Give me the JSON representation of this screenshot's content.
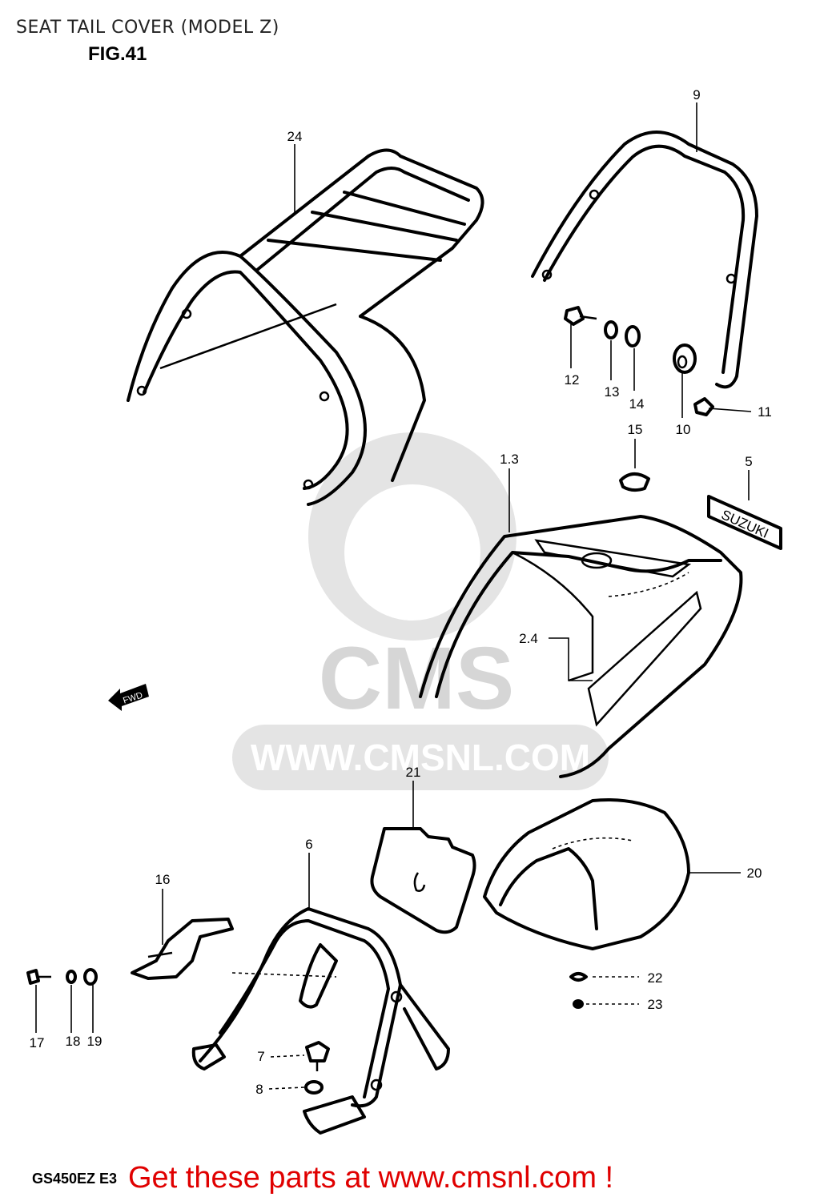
{
  "header": {
    "title": "SEAT TAIL COVER (MODEL Z)",
    "figure": "FIG.41"
  },
  "footer": {
    "model_code": "GS450EZ E3",
    "promo": "Get these parts at www.cmsnl.com !"
  },
  "watermark": {
    "logo_text": "CMS",
    "url_text": "WWW.CMSNL.COM"
  },
  "fwd_arrow": "FWD",
  "emblem_text": "SUZUKI",
  "callouts": [
    {
      "id": "24"
    },
    {
      "id": "9"
    },
    {
      "id": "12"
    },
    {
      "id": "13"
    },
    {
      "id": "14"
    },
    {
      "id": "10"
    },
    {
      "id": "11"
    },
    {
      "id": "15"
    },
    {
      "id": "5"
    },
    {
      "id": "1.3"
    },
    {
      "id": "2.4"
    },
    {
      "id": "21"
    },
    {
      "id": "20"
    },
    {
      "id": "6"
    },
    {
      "id": "16"
    },
    {
      "id": "22"
    },
    {
      "id": "23"
    },
    {
      "id": "17"
    },
    {
      "id": "18"
    },
    {
      "id": "19"
    },
    {
      "id": "7"
    },
    {
      "id": "8"
    }
  ],
  "colors": {
    "promo_text": "#e00000",
    "line_art": "#000000",
    "watermark": "#d6d6d6"
  }
}
